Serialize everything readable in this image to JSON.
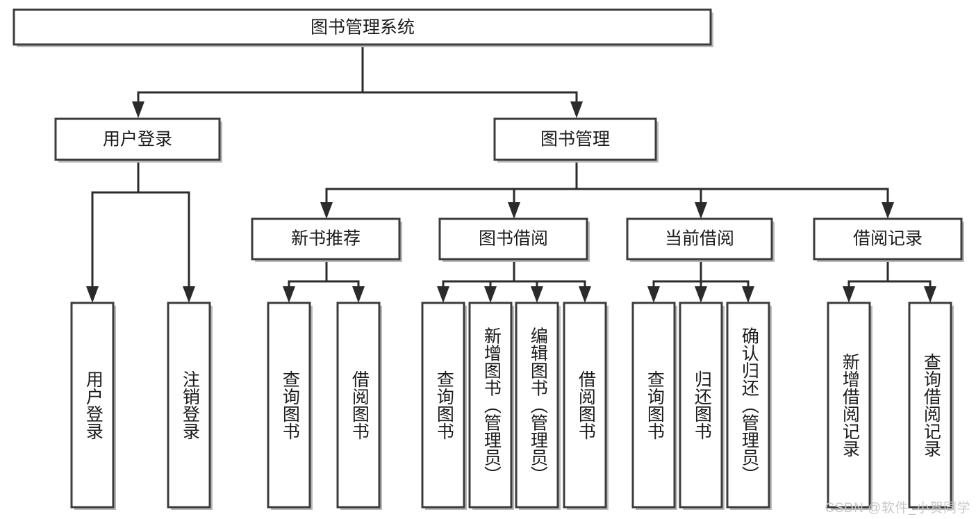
{
  "diagram": {
    "type": "tree-hierarchy-chart",
    "title": "图书管理系统",
    "watermark": "CSDN @软件_小贺同学",
    "orientation": "top-down",
    "levels": 4,
    "colors": {
      "box_fill": "#ffffff",
      "box_stroke": "#3c3c3c",
      "connector": "#2b2b2b",
      "text": "#1b1b1b",
      "watermark": "#c9c9c9",
      "background": "#ffffff"
    },
    "nodes": {
      "root": {
        "label": "图书管理系统",
        "level": 1,
        "orientation": "horizontal"
      },
      "level2": [
        {
          "id": "user-login",
          "label": "用户登录",
          "orientation": "horizontal"
        },
        {
          "id": "book-management",
          "label": "图书管理",
          "orientation": "horizontal"
        }
      ],
      "level3": [
        {
          "id": "new-book-recommend",
          "label": "新书推荐",
          "orientation": "horizontal"
        },
        {
          "id": "book-borrow",
          "label": "图书借阅",
          "orientation": "horizontal"
        },
        {
          "id": "current-borrow",
          "label": "当前借阅",
          "orientation": "horizontal"
        },
        {
          "id": "borrow-record",
          "label": "借阅记录",
          "orientation": "horizontal"
        }
      ],
      "leaves": {
        "user-login": [
          {
            "id": "leaf-user-login",
            "label": "用户登录"
          },
          {
            "id": "leaf-user-logout",
            "label": "注销登录"
          }
        ],
        "new-book-recommend": [
          {
            "id": "leaf-query-book-1",
            "label": "查询图书"
          },
          {
            "id": "leaf-borrow-book-1",
            "label": "借阅图书"
          }
        ],
        "book-borrow": [
          {
            "id": "leaf-query-book-2",
            "label": "查询图书"
          },
          {
            "id": "leaf-add-book",
            "label": "新增图书（管理员）"
          },
          {
            "id": "leaf-edit-book",
            "label": "编辑图书（管理员）"
          },
          {
            "id": "leaf-borrow-book-2",
            "label": "借阅图书"
          }
        ],
        "current-borrow": [
          {
            "id": "leaf-query-book-3",
            "label": "查询图书"
          },
          {
            "id": "leaf-return-book",
            "label": "归还图书"
          },
          {
            "id": "leaf-confirm-return",
            "label": "确认归还（管理员）"
          }
        ],
        "borrow-record": [
          {
            "id": "leaf-add-record",
            "label": "新增借阅记录"
          },
          {
            "id": "leaf-query-record",
            "label": "查询借阅记录"
          }
        ]
      }
    }
  }
}
